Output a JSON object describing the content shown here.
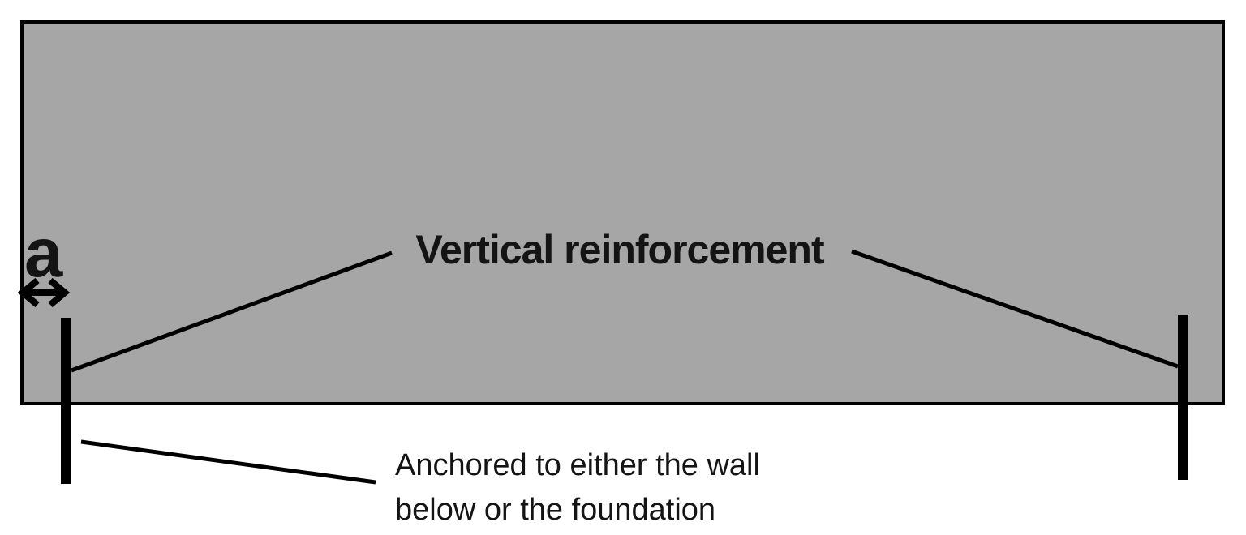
{
  "diagram": {
    "type": "wall-reinforcement-diagram",
    "labels": {
      "dimension": "a",
      "reinforcement": "Vertical reinforcement",
      "anchor_line1": "Anchored to either the wall",
      "anchor_line2": "below or the foundation"
    },
    "elements": {
      "wall": "gray wall panel",
      "left_rebar": "left vertical reinforcement bar",
      "right_rebar": "right vertical reinforcement bar",
      "dimension_arrow": "double-headed arrow marking edge distance a"
    }
  },
  "colors": {
    "wall-fill": "#a6a6a6",
    "ink": "#000000",
    "text": "#141414",
    "bg": "#ffffff"
  }
}
